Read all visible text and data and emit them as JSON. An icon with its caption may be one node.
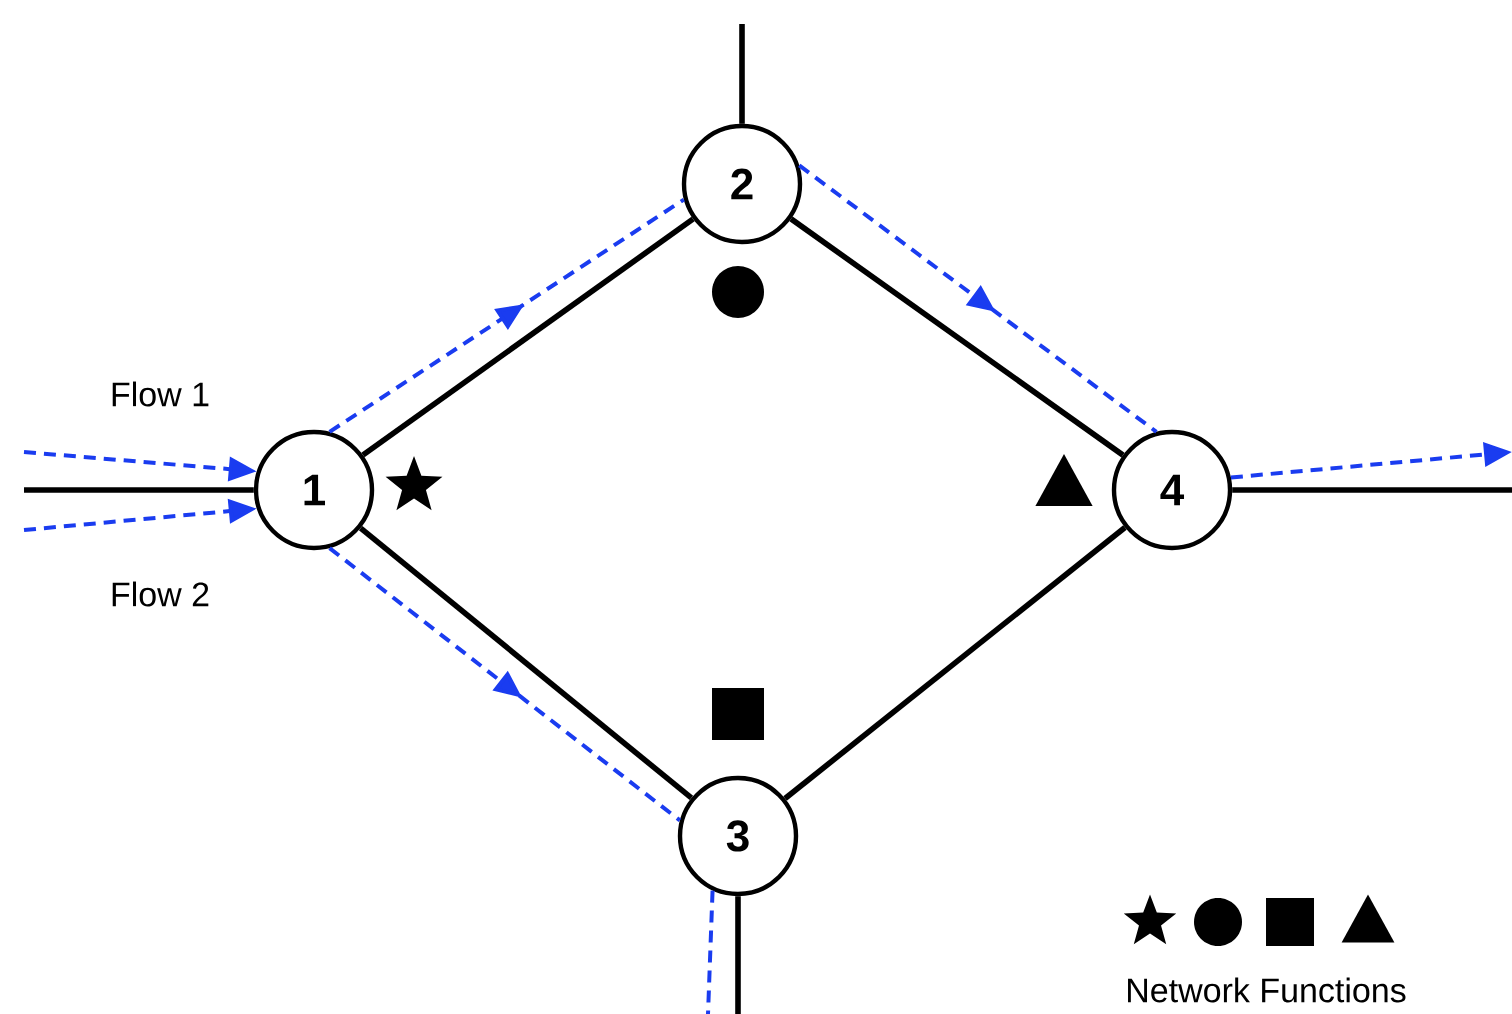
{
  "diagram": {
    "nodes": [
      {
        "text": [
          "1"
        ]
      },
      {
        "text": [
          "2"
        ]
      },
      {
        "text": [
          "3"
        ]
      },
      {
        "text": [
          "4"
        ]
      }
    ],
    "edges": [
      {
        "from": 0,
        "to": 1,
        "arrow": "none"
      },
      {
        "from": 0,
        "to": 2,
        "arrow": "none"
      },
      {
        "from": 1,
        "to": 3,
        "arrow": "none"
      },
      {
        "from": 2,
        "to": 3,
        "arrow": "none"
      },
      {
        "from": null,
        "to": 0,
        "arrow": "none"
      },
      {
        "from": null,
        "to": 1,
        "arrow": "none"
      },
      {
        "from": 2,
        "to": null,
        "arrow": "none"
      },
      {
        "from": 3,
        "to": null,
        "arrow": "none"
      },
      {
        "from": null,
        "to": 0,
        "arrow": "to",
        "label": "Flow 1",
        "style": "dashed",
        "color": "#1a3cf0"
      },
      {
        "from": 0,
        "to": 1,
        "arrow": "to",
        "style": "dashed",
        "color": "#1a3cf0"
      },
      {
        "from": 1,
        "to": 3,
        "arrow": "to",
        "style": "dashed",
        "color": "#1a3cf0"
      },
      {
        "from": 3,
        "to": null,
        "arrow": "to",
        "style": "dashed",
        "color": "#1a3cf0"
      },
      {
        "from": null,
        "to": 0,
        "arrow": "to",
        "label": "Flow 2",
        "style": "dashed",
        "color": "#1a3cf0"
      },
      {
        "from": 0,
        "to": 2,
        "arrow": "to",
        "style": "dashed",
        "color": "#1a3cf0"
      },
      {
        "from": 2,
        "to": null,
        "arrow": "none",
        "style": "dashed",
        "color": "#1a3cf0"
      }
    ],
    "legend": [
      {
        "text": "Network Functions"
      }
    ]
  }
}
